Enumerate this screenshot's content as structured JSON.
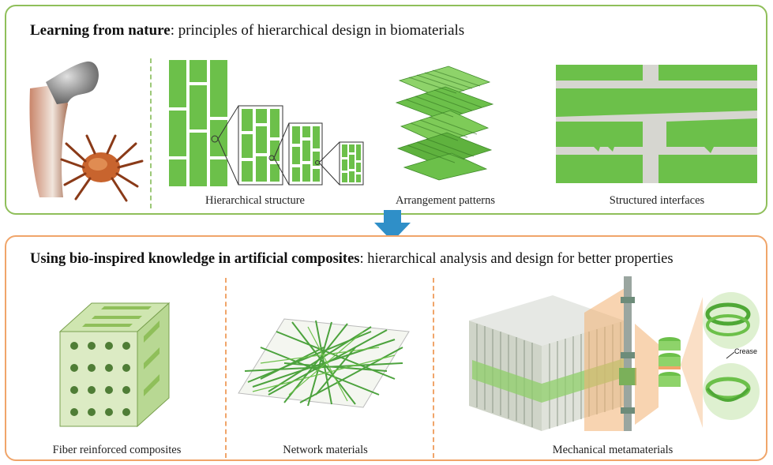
{
  "top_section": {
    "title_bold": "Learning from nature",
    "title_rest": ": principles of hierarchical design in biomaterials",
    "captions": [
      "Hierarchical structure",
      "Arrangement patterns",
      "Structured interfaces"
    ]
  },
  "bottom_section": {
    "title_bold": "Using bio-inspired knowledge in artificial composites",
    "title_rest": ": hierarchical analysis and design for better properties",
    "captions": [
      "Fiber reinforced composites",
      "Network materials",
      "Mechanical metamaterials"
    ],
    "crease_label": "Crease"
  },
  "colors": {
    "top_border": "#8fbf5a",
    "bottom_border": "#f0a56a",
    "arrow": "#2f8fc8",
    "green": "#6cc04a"
  }
}
